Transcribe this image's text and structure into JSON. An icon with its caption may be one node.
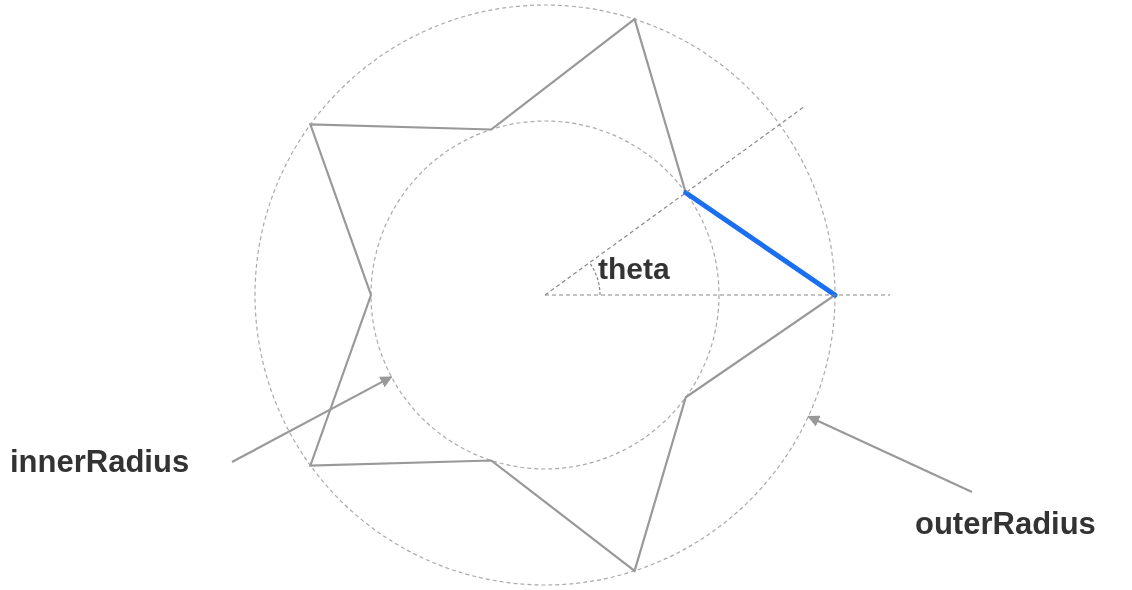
{
  "diagram": {
    "nodes": [
      {
        "text": [
          "innerRadius"
        ]
      },
      {
        "text": [],
        "shape": "circle",
        "in": 3
      },
      {
        "text": [
          "outerRadius"
        ]
      },
      {
        "text": [],
        "shape": "circle"
      }
    ],
    "edges": [
      {
        "from": 0,
        "to": 1,
        "arrow": "to"
      },
      {
        "from": 2,
        "to": 3,
        "arrow": "to"
      }
    ],
    "labels": [
      "theta"
    ]
  }
}
